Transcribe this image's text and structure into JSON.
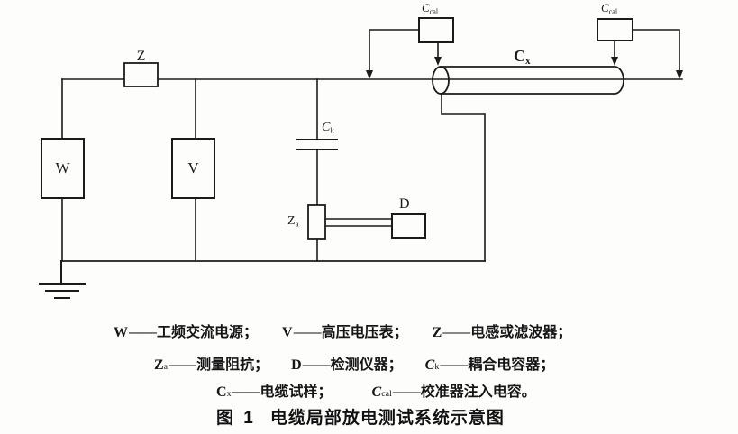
{
  "figure": {
    "fig_label": "图 1",
    "title": "电缆局部放电测试系统示意图"
  },
  "diagram": {
    "components": {
      "w": {
        "main": "W",
        "sub": ""
      },
      "v": {
        "main": "V",
        "sub": ""
      },
      "z": {
        "main": "Z",
        "sub": ""
      },
      "za": {
        "main": "Z",
        "sub": "a"
      },
      "d": {
        "main": "D",
        "sub": ""
      },
      "ck": {
        "main": "C",
        "sub": "k"
      },
      "cx": {
        "main": "C",
        "sub": "x"
      },
      "ccal_left": {
        "main": "C",
        "sub": "cal"
      },
      "ccal_right": {
        "main": "C",
        "sub": "cal"
      }
    },
    "icon_names": [
      "earth-ground-icon",
      "capacitor-icon",
      "cable-specimen-icon",
      "arrow-down-icon"
    ]
  },
  "legend": {
    "separator": "——",
    "rows": [
      {
        "items": [
          {
            "sym": "W",
            "sub": "",
            "desc": "工频交流电源；"
          },
          {
            "sym": "V",
            "sub": "",
            "desc": "高压电压表；"
          },
          {
            "sym": "Z",
            "sub": "",
            "desc": "电感或滤波器；"
          }
        ]
      },
      {
        "items": [
          {
            "sym": "Z",
            "sub": "a",
            "desc": "测量阻抗；"
          },
          {
            "sym": "D",
            "sub": "",
            "desc": "检测仪器；"
          },
          {
            "sym": "C",
            "sub": "k",
            "desc": "耦合电容器；"
          }
        ]
      },
      {
        "items": [
          {
            "sym": "C",
            "sub": "x",
            "desc": "电缆试样；"
          },
          {
            "sym": "C",
            "sub": "cal",
            "desc": "校准器注入电容。"
          }
        ]
      }
    ]
  },
  "colors": {
    "ink": "#1b1b1b",
    "paper": "#fdfdfc"
  }
}
